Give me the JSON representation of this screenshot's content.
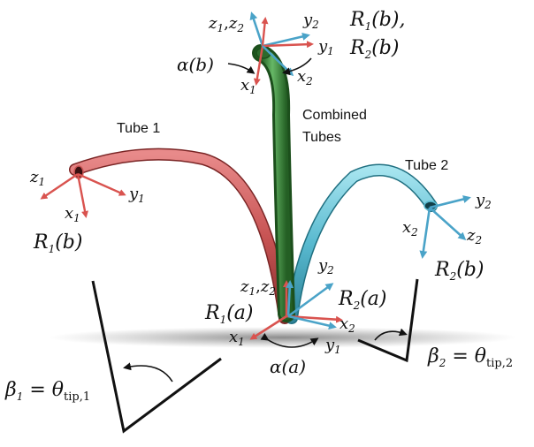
{
  "colors": {
    "tube1": "#d06060",
    "tube2": "#5fc0d4",
    "combined": "#3e8a3e",
    "frame1": "#d9534f",
    "frame2": "#4aa3c8",
    "ink": "#111111"
  },
  "labels": {
    "tube1": "Tube 1",
    "tube2": "Tube 2",
    "combined_line1": "Combined",
    "combined_line2": "Tubes"
  },
  "frames": {
    "tip_combined": {
      "z_pair": "z",
      "z1_sub": "1",
      "z_comma": ",",
      "z2": "z",
      "z2_sub": "2",
      "y2": "y",
      "y2_sub": "2",
      "y1": "y",
      "y1_sub": "1",
      "x1": "x",
      "x1_sub": "1",
      "x2": "x",
      "x2_sub": "2",
      "R1b": "R",
      "R1b_sub": "1",
      "R1b_arg": "(b),",
      "R2b": "R",
      "R2b_sub": "2",
      "R2b_arg": "(b)",
      "alpha_b": "α(b)"
    },
    "tip_tube1": {
      "z": "z",
      "z_sub": "1",
      "x": "x",
      "x_sub": "1",
      "y": "y",
      "y_sub": "1",
      "R": "R",
      "R_sub": "1",
      "R_arg": "(b)"
    },
    "tip_tube2": {
      "y": "y",
      "y_sub": "2",
      "x": "x",
      "x_sub": "2",
      "z": "z",
      "z_sub": "2",
      "R": "R",
      "R_sub": "2",
      "R_arg": "(b)"
    },
    "base": {
      "z": "z",
      "z1_sub": "1",
      "z_comma": ",",
      "z2": "z",
      "z2_sub": "2",
      "y2": "y",
      "y2_sub": "2",
      "R2a": "R",
      "R2a_sub": "2",
      "R2a_arg": "(a)",
      "R1a": "R",
      "R1a_sub": "1",
      "R1a_arg": "(a)",
      "x2": "x",
      "x2_sub": "2",
      "x1": "x",
      "x1_sub": "1",
      "y1": "y",
      "y1_sub": "1",
      "alpha_a": "α(a)"
    }
  },
  "equations": {
    "beta1_lhs": "β",
    "beta1_sub": "1",
    "beta1_eq": " = θ",
    "beta1_tip_sub": "tip,1",
    "beta2_lhs": "β",
    "beta2_sub": "2",
    "beta2_eq": " = θ",
    "beta2_tip_sub": "tip,2"
  }
}
